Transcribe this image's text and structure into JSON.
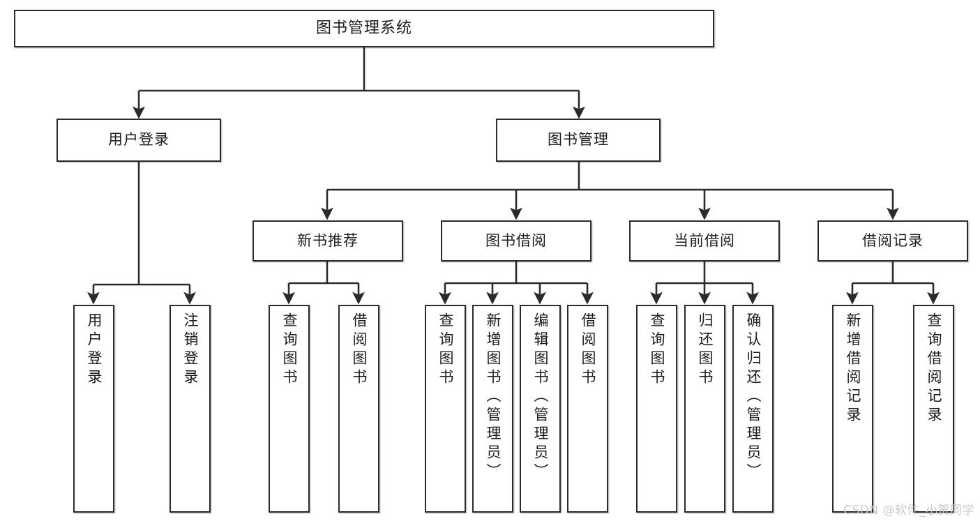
{
  "diagram": {
    "title": "图书管理系统",
    "type": "tree",
    "orientation": "top-down",
    "colors": {
      "box_border": "#2b2b2b",
      "box_fill": "#ffffff",
      "edge": "#2b2b2b",
      "text": "#1c1c1c",
      "watermark": "#c9c9c9",
      "background": "#ffffff"
    },
    "watermark": "CSDN @软件_小贺同学",
    "levels": {
      "root": {
        "label": "图书管理系统"
      },
      "level2": [
        {
          "id": "user-login",
          "label": "用户登录"
        },
        {
          "id": "book-manage",
          "label": "图书管理"
        }
      ],
      "level3": [
        {
          "id": "new-book-rec",
          "label": "新书推荐",
          "parent": "book-manage"
        },
        {
          "id": "book-borrow",
          "label": "图书借阅",
          "parent": "book-manage"
        },
        {
          "id": "current-borrow",
          "label": "当前借阅",
          "parent": "book-manage"
        },
        {
          "id": "borrow-record",
          "label": "借阅记录",
          "parent": "book-manage"
        }
      ],
      "leaves": [
        {
          "id": "leaf-user-login",
          "label": "用户登录",
          "parent": "user-login"
        },
        {
          "id": "leaf-logout",
          "label": "注销登录",
          "parent": "user-login"
        },
        {
          "id": "leaf-query-book-1",
          "label": "查询图书",
          "parent": "new-book-rec"
        },
        {
          "id": "leaf-borrow-book-1",
          "label": "借阅图书",
          "parent": "new-book-rec"
        },
        {
          "id": "leaf-query-book-2",
          "label": "查询图书",
          "parent": "book-borrow"
        },
        {
          "id": "leaf-add-book",
          "label": "新增图书（管理员）",
          "parent": "book-borrow"
        },
        {
          "id": "leaf-edit-book",
          "label": "编辑图书（管理员）",
          "parent": "book-borrow"
        },
        {
          "id": "leaf-borrow-book-2",
          "label": "借阅图书",
          "parent": "book-borrow"
        },
        {
          "id": "leaf-query-book-3",
          "label": "查询图书",
          "parent": "current-borrow"
        },
        {
          "id": "leaf-return-book",
          "label": "归还图书",
          "parent": "current-borrow"
        },
        {
          "id": "leaf-confirm-return",
          "label": "确认归还（管理员）",
          "parent": "current-borrow"
        },
        {
          "id": "leaf-add-record",
          "label": "新增借阅记录",
          "parent": "borrow-record"
        },
        {
          "id": "leaf-query-record",
          "label": "查询借阅记录",
          "parent": "borrow-record"
        }
      ]
    }
  }
}
